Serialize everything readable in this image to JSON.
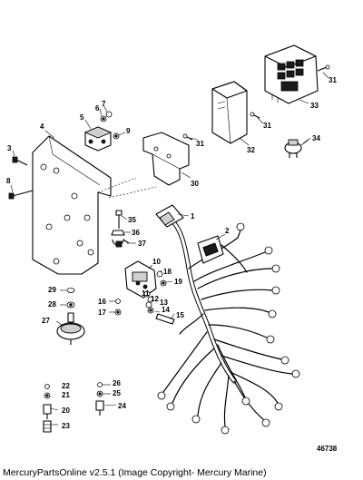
{
  "callouts": {
    "c1": "1",
    "c2": "2",
    "c3": "3",
    "c4": "4",
    "c5": "5",
    "c6": "6",
    "c7": "7",
    "c8": "8",
    "c9": "9",
    "c10": "10",
    "c11": "11",
    "c12": "12",
    "c13": "13",
    "c14": "14",
    "c15": "15",
    "c16": "16",
    "c17": "17",
    "c18": "18",
    "c19": "19",
    "c20": "20",
    "c21": "21",
    "c22": "22",
    "c23": "23",
    "c24": "24",
    "c25": "25",
    "c26": "26",
    "c27": "27",
    "c28": "28",
    "c29": "29",
    "c30": "30",
    "c31a": "31",
    "c31b": "31",
    "c31c": "31",
    "c32": "32",
    "c33": "33",
    "c34": "34",
    "c35": "35",
    "c36": "36",
    "c37": "37"
  },
  "diagram_ref": "46738",
  "footer": "MercuryPartsOnline v2.5.1 (Image Copyright- Mercury Marine)"
}
